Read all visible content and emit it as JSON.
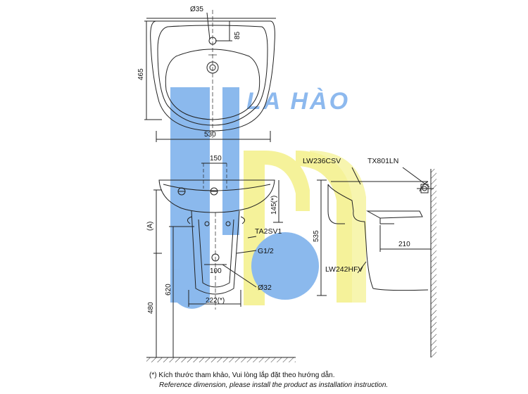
{
  "watermark": {
    "text": "LA HÀO",
    "colors": {
      "blue": "#7fb2ec",
      "yellow": "#f4f190",
      "text": "#8db9ee"
    }
  },
  "dimensions": {
    "hole": "Ø35",
    "hole_offset": "85",
    "basin_depth": "465",
    "basin_width": "530",
    "mount_spacing": "150",
    "mount_height_ref": "145(*)",
    "pedestal_range": "(A)",
    "pedestal_width": "100",
    "pedestal_base": "222(*)",
    "height_620": "620",
    "height_480": "480",
    "side_depth": "535",
    "wall_offset": "210"
  },
  "labels": {
    "ta2sv1": "TA2SV1",
    "g12": "G1/2",
    "drain": "Ø32",
    "lw236csv": "LW236CSV",
    "tx801ln": "TX801LN",
    "lw242hfv": "LW242HFV"
  },
  "notes": {
    "vi": "(*) Kích thước tham khảo, Vui lòng lắp đặt theo hướng dẫn.",
    "en": "Reference dimension, please install the product as installation instruction."
  }
}
